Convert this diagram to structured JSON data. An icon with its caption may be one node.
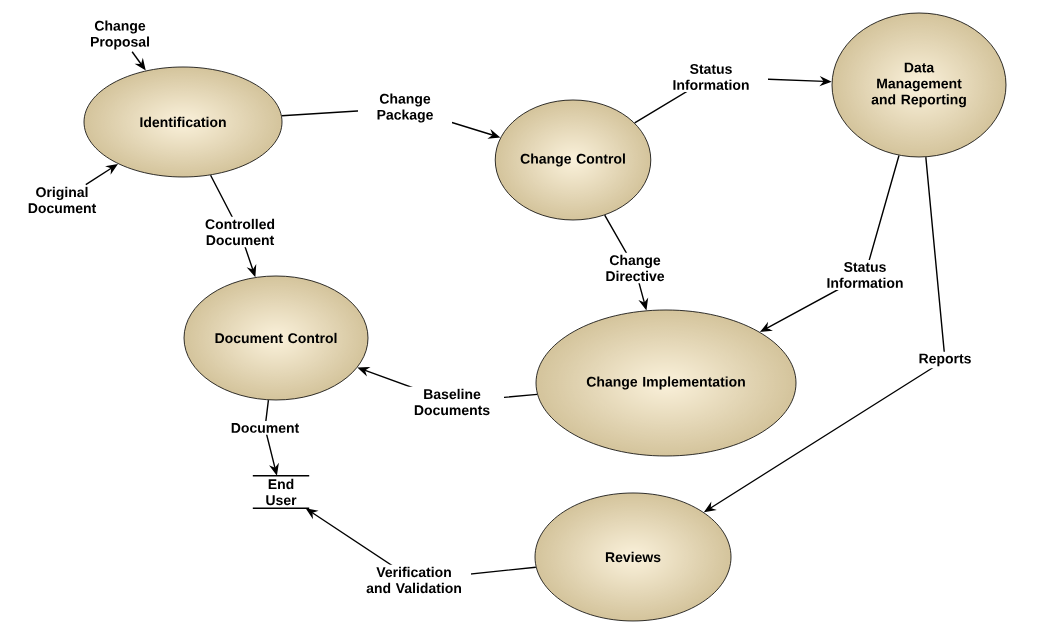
{
  "diagram": {
    "nodes": [
      {
        "text": [
          "Change Proposal"
        ]
      },
      {
        "text": [
          "Original Document"
        ]
      },
      {
        "text": [
          "Identification"
        ]
      },
      {
        "text": [
          "Change Control"
        ]
      },
      {
        "text": [
          "Data Management and Reporting"
        ]
      },
      {
        "text": [
          "Document Control"
        ]
      },
      {
        "text": [
          "Change Implementation"
        ]
      },
      {
        "text": [
          "End User"
        ]
      },
      {
        "text": [
          "Reviews"
        ]
      }
    ],
    "edges": [
      {
        "from": 0,
        "to": 2,
        "arrow": "to"
      },
      {
        "from": 1,
        "to": 2,
        "arrow": "to"
      },
      {
        "from": 2,
        "to": 3,
        "arrow": "to",
        "label": "Change Package"
      },
      {
        "from": 2,
        "to": 5,
        "arrow": "to",
        "label": "Controlled Document"
      },
      {
        "from": 3,
        "to": 4,
        "arrow": "to",
        "label": "Status Information"
      },
      {
        "from": 3,
        "to": 6,
        "arrow": "to",
        "label": "Change Directive"
      },
      {
        "from": 4,
        "to": 6,
        "arrow": "to",
        "label": "Status Information"
      },
      {
        "from": 4,
        "to": 8,
        "arrow": "to",
        "label": "Reports"
      },
      {
        "from": 6,
        "to": 5,
        "arrow": "to",
        "label": "Baseline Documents"
      },
      {
        "from": 5,
        "to": 7,
        "arrow": "to",
        "label": "Document"
      },
      {
        "from": 8,
        "to": 7,
        "arrow": "to",
        "label": "Verification and Validation"
      }
    ]
  }
}
